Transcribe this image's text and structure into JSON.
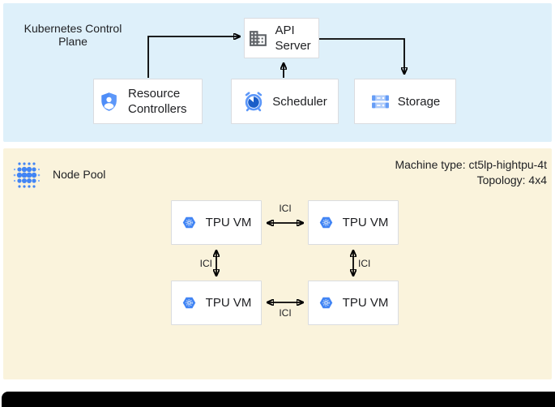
{
  "colors": {
    "control_plane_bg": "#def0fa",
    "node_pool_bg": "#faf3dc",
    "box_border": "#dadce0",
    "text": "#202124",
    "arrow": "#000000",
    "google_blue": "#4285f4",
    "blue_medium": "#669df6",
    "blue_light": "#aecbfa",
    "blue_dark": "#1a5dc8",
    "gray_icon": "#5f6368",
    "bottom_bar": "#000000"
  },
  "control_plane": {
    "title": "Kubernetes Control Plane",
    "boxes": {
      "api_server": {
        "label": "API Server",
        "icon": "building-icon"
      },
      "resource_controllers": {
        "label": "Resource Controllers",
        "icon": "shield-person-icon"
      },
      "scheduler": {
        "label": "Scheduler",
        "icon": "alarm-clock-icon"
      },
      "storage": {
        "label": "Storage",
        "icon": "server-stack-icon"
      }
    },
    "arrows": [
      "resource-controllers-to-api-server",
      "scheduler-to-api-server",
      "api-server-to-storage"
    ]
  },
  "node_pool": {
    "title": "Node Pool",
    "icon": "node-pool-dots-icon",
    "machine_type": "Machine type: ct5lp-hightpu-4t",
    "topology": "Topology: 4x4",
    "interconnect_label": "ICI",
    "vms": [
      {
        "label": "TPU VM",
        "icon": "tpu-hexagon-icon"
      },
      {
        "label": "TPU VM",
        "icon": "tpu-hexagon-icon"
      },
      {
        "label": "TPU VM",
        "icon": "tpu-hexagon-icon"
      },
      {
        "label": "TPU VM",
        "icon": "tpu-hexagon-icon"
      }
    ]
  }
}
